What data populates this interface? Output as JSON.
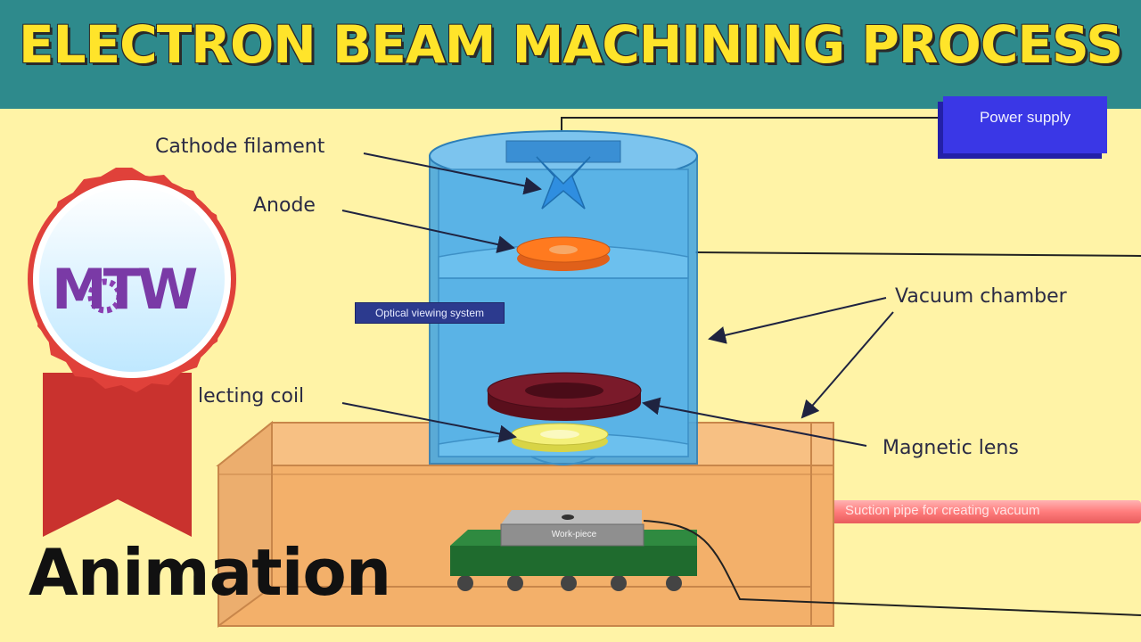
{
  "header": {
    "title": "ELECTRON BEAM MACHINING PROCESS"
  },
  "labels": {
    "cathode": "Cathode filament",
    "anode": "Anode",
    "vacuum": "Vacuum chamber",
    "deflecting": "lecting coil",
    "magnetic": "Magnetic lens",
    "power": "Power supply",
    "optical": "Optical viewing system",
    "suction": "Suction pipe for creating vacuum",
    "workpiece": "Work-piece"
  },
  "badge": {
    "logo": "MTW"
  },
  "footer": {
    "caption": "Animation"
  },
  "colors": {
    "background": "#fff3a6",
    "title_bar": "#2e8a8c",
    "title_text": "#ffe42a",
    "chamber": "#4aa8e0",
    "anode": "#ff7a1f",
    "magnetic_lens": "#7a1a2a",
    "deflecting_coil": "#f4f07a",
    "base_chamber": "#f3b06a",
    "work_table": "#1f6b2e",
    "power_supply": "#3a37e6",
    "suction_pipe": "#ff8f8f",
    "badge_ring": "#e0413a"
  }
}
